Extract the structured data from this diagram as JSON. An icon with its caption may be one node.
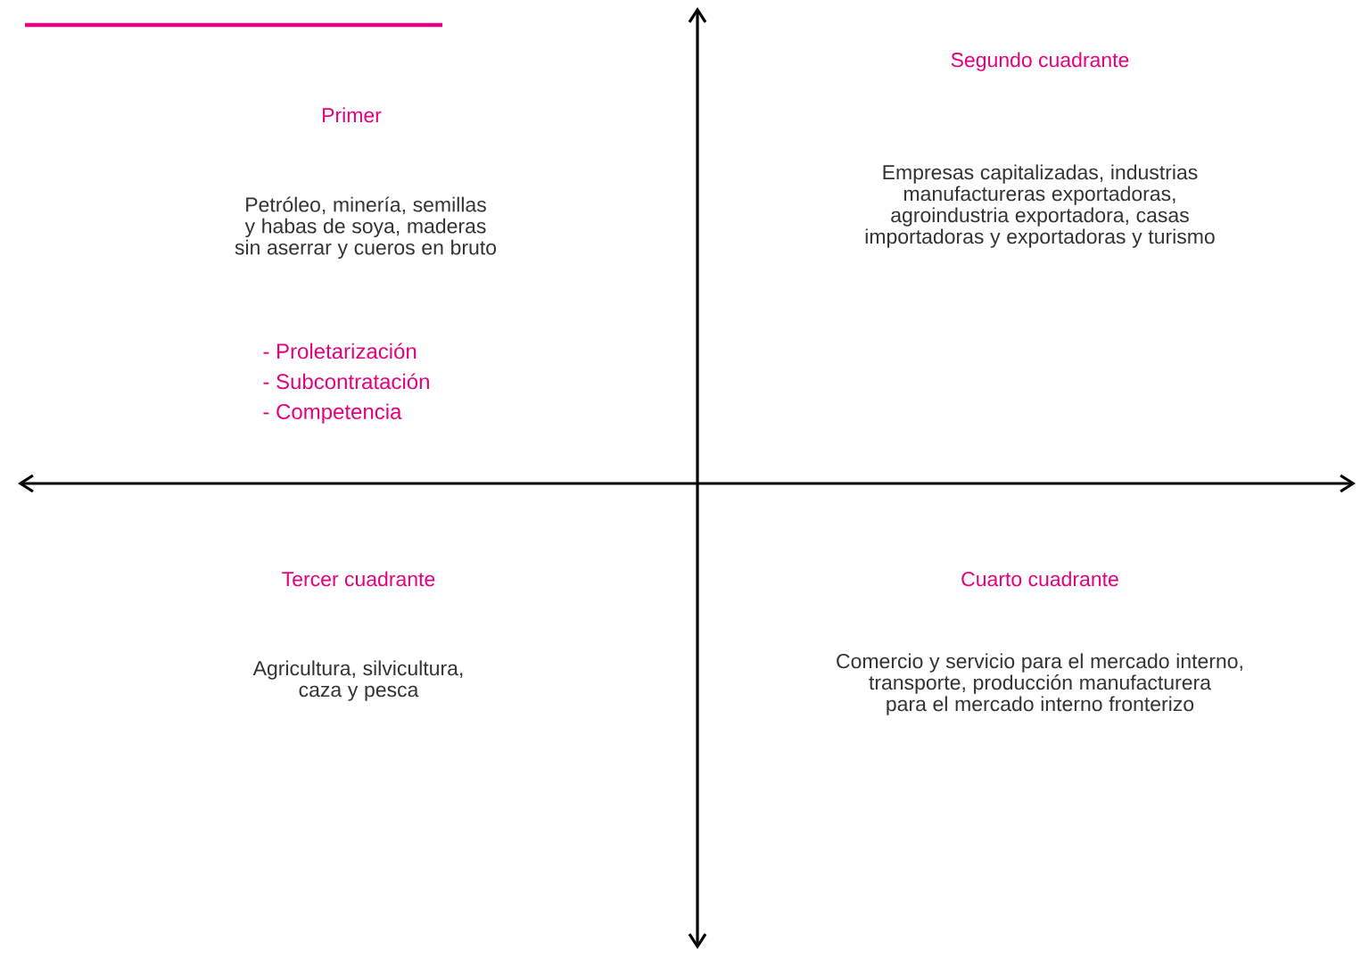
{
  "diagram": {
    "labels": [
      "Primer",
      "Petróleo, minería, semillas y habas de soya, maderas sin aserrar y cueros en bruto",
      "- Proletarización",
      "- Subcontratación",
      "- Competencia",
      "Segundo cuadrante",
      "Empresas capitalizadas, industrias manufactureras exportadoras, agroindustria exportadora, casas importadoras y exportadoras y turismo",
      "Tercer cuadrante",
      "Agricultura, silvicultura, caza y pesca",
      "Cuarto cuadrante",
      "Comercio y servicio para el mercado interno, transporte, producción manufacturera para el mercado interno fronterizo"
    ]
  }
}
